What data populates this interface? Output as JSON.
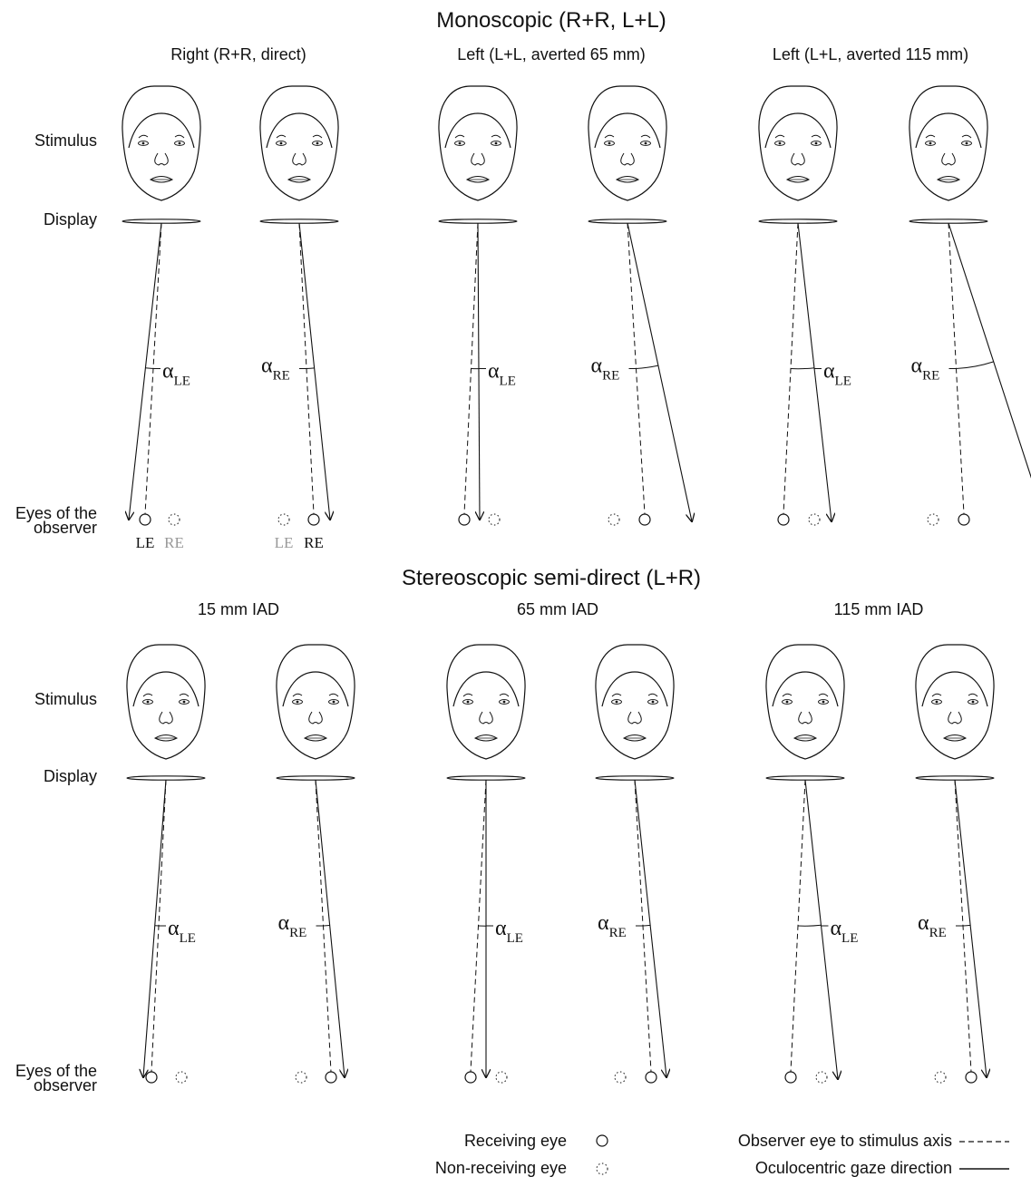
{
  "sections": [
    {
      "title": "Monoscopic (R+R, L+L)",
      "row_labels": {
        "stimulus": "Stimulus",
        "display": "Display",
        "eyes": [
          "Eyes of the",
          "observer"
        ]
      },
      "panels": [
        {
          "caption": "Right (R+R, direct)",
          "eye_labels": {
            "le": "LE",
            "re": "RE"
          }
        },
        {
          "caption": "Left (L+L, averted 65 mm)"
        },
        {
          "caption": "Left (L+L, averted 115 mm)"
        }
      ]
    },
    {
      "title": "Stereoscopic semi-direct (L+R)",
      "row_labels": {
        "stimulus": "Stimulus",
        "display": "Display",
        "eyes": [
          "Eyes of the",
          "observer"
        ]
      },
      "panels": [
        {
          "caption": "15 mm IAD"
        },
        {
          "caption": "65 mm IAD"
        },
        {
          "caption": "115 mm IAD"
        }
      ]
    }
  ],
  "angle_symbol": "α",
  "angle_subscripts": {
    "left": "LE",
    "right": "RE"
  },
  "legend": {
    "receiving_eye": "Receiving eye",
    "non_receiving_eye": "Non-receiving eye",
    "axis": "Observer eye to stimulus axis",
    "gaze": "Oculocentric gaze direction"
  },
  "colors": {
    "ink": "#111111",
    "faded_label": "#999999",
    "background": "#ffffff"
  }
}
